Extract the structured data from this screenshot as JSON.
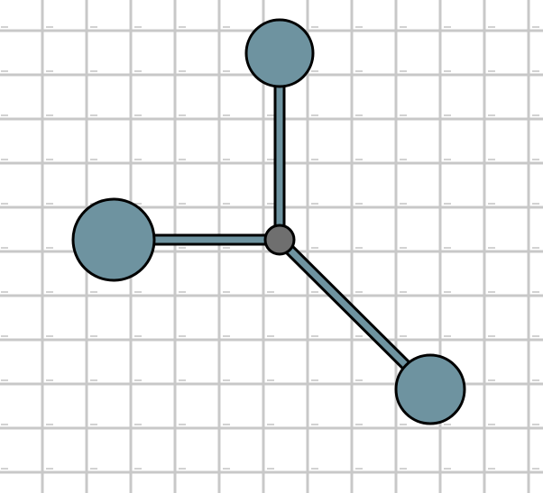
{
  "diagram": {
    "type": "node-link",
    "colors": {
      "background": "#ffffff",
      "grid": "#c8c8c8",
      "outline": "#000000",
      "node_fill": "#6e93a0",
      "hub_fill": "#6f6f6f"
    },
    "nodes": [
      {
        "id": "hub",
        "name": "hub-node",
        "role": "hub"
      },
      {
        "id": "top",
        "name": "top-node",
        "role": "leaf"
      },
      {
        "id": "left",
        "name": "left-node",
        "role": "leaf"
      },
      {
        "id": "lower-right",
        "name": "lower-right-node",
        "role": "leaf"
      }
    ],
    "links": [
      {
        "from": "hub",
        "to": "top",
        "name": "link-hub-top"
      },
      {
        "from": "hub",
        "to": "left",
        "name": "link-hub-left"
      },
      {
        "from": "hub",
        "to": "lower-right",
        "name": "link-hub-lower-right"
      }
    ]
  }
}
